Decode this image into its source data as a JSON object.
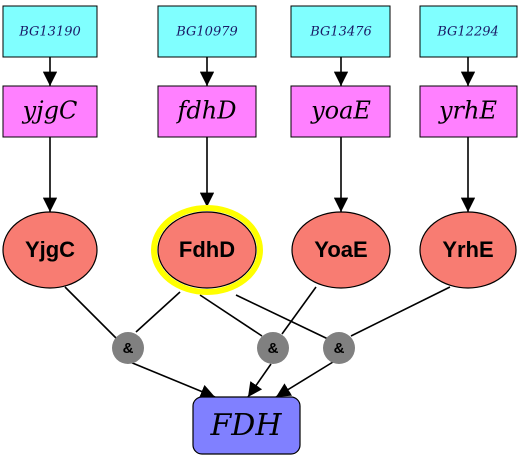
{
  "columns": [
    {
      "gene_id": "BG13190",
      "gene": "yjgC",
      "protein": "YjgC",
      "highlighted": false
    },
    {
      "gene_id": "BG10979",
      "gene": "fdhD",
      "protein": "FdhD",
      "highlighted": true
    },
    {
      "gene_id": "BG13476",
      "gene": "yoaE",
      "protein": "YoaE",
      "highlighted": false
    },
    {
      "gene_id": "BG12294",
      "gene": "yrhE",
      "protein": "YrhE",
      "highlighted": false
    }
  ],
  "and_nodes": [
    {
      "label": "&"
    },
    {
      "label": "&"
    },
    {
      "label": "&"
    }
  ],
  "product": {
    "label": "FDH"
  },
  "colors": {
    "gene_id_box": "#80ffff",
    "gene_box": "#ff80ff",
    "protein_node": "#f87c72",
    "highlight_ring": "#ffff00",
    "and_node": "#808080",
    "product_box": "#8080ff"
  }
}
